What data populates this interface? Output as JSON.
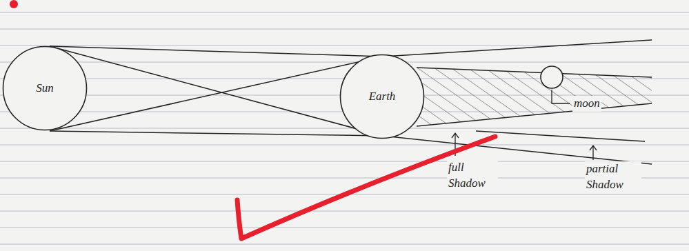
{
  "diagram": {
    "nodes": [
      {
        "text": [
          "Sun"
        ]
      },
      {
        "text": [
          "Earth"
        ]
      }
    ],
    "labels": [
      "moon",
      "full Shadow",
      "partial Shadow"
    ]
  }
}
